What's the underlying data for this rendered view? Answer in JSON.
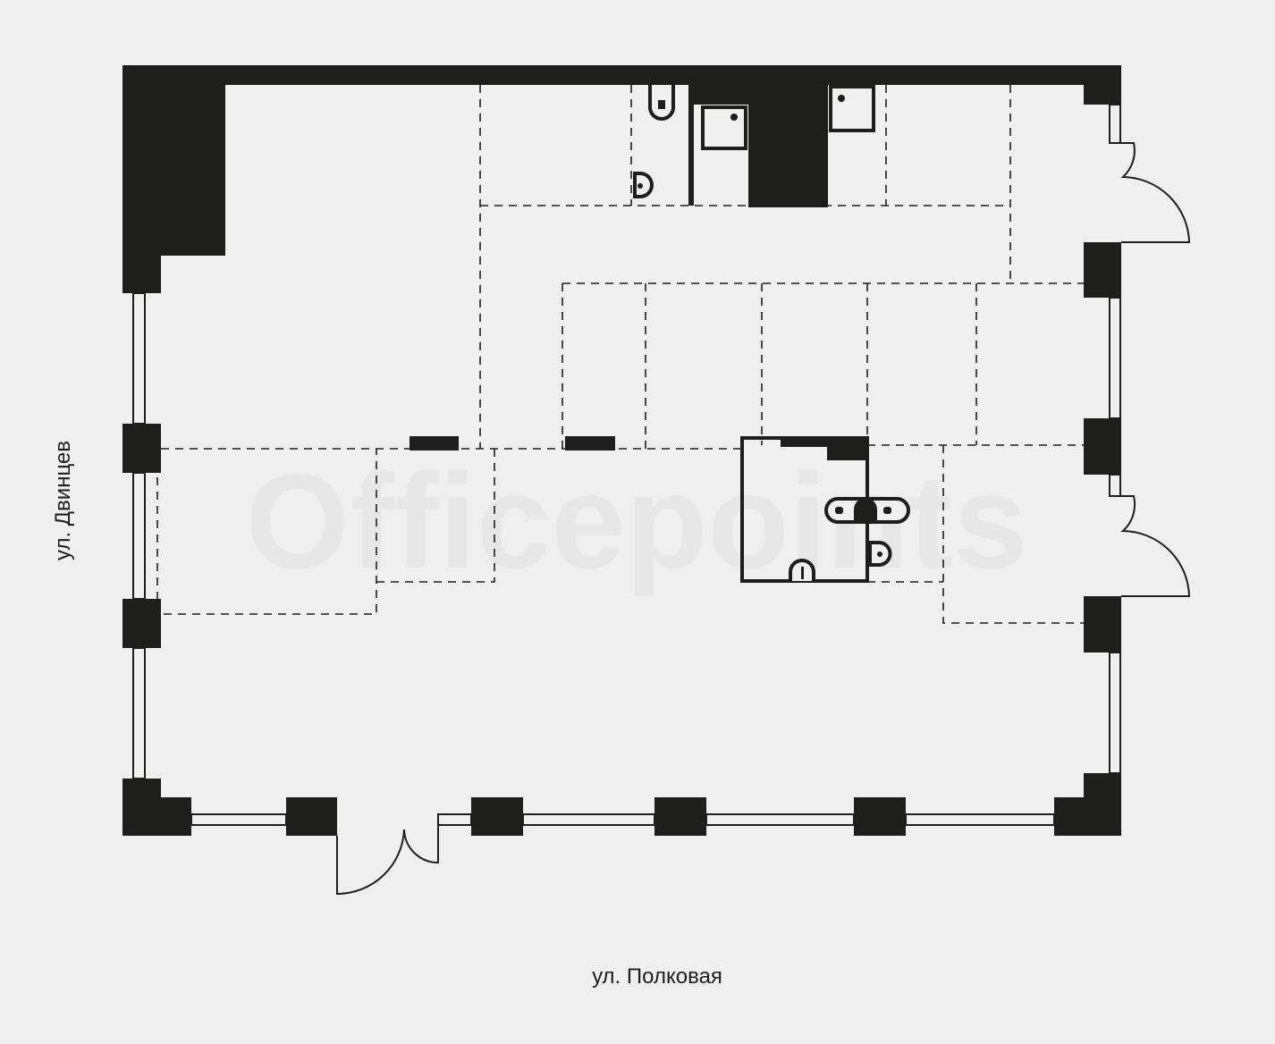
{
  "watermark": "Officepoints",
  "streets": {
    "left": "ул. Двинцев",
    "bottom": "ул. Полковая"
  },
  "colors": {
    "wall": "#1e1f1c",
    "background": "#efefef"
  }
}
